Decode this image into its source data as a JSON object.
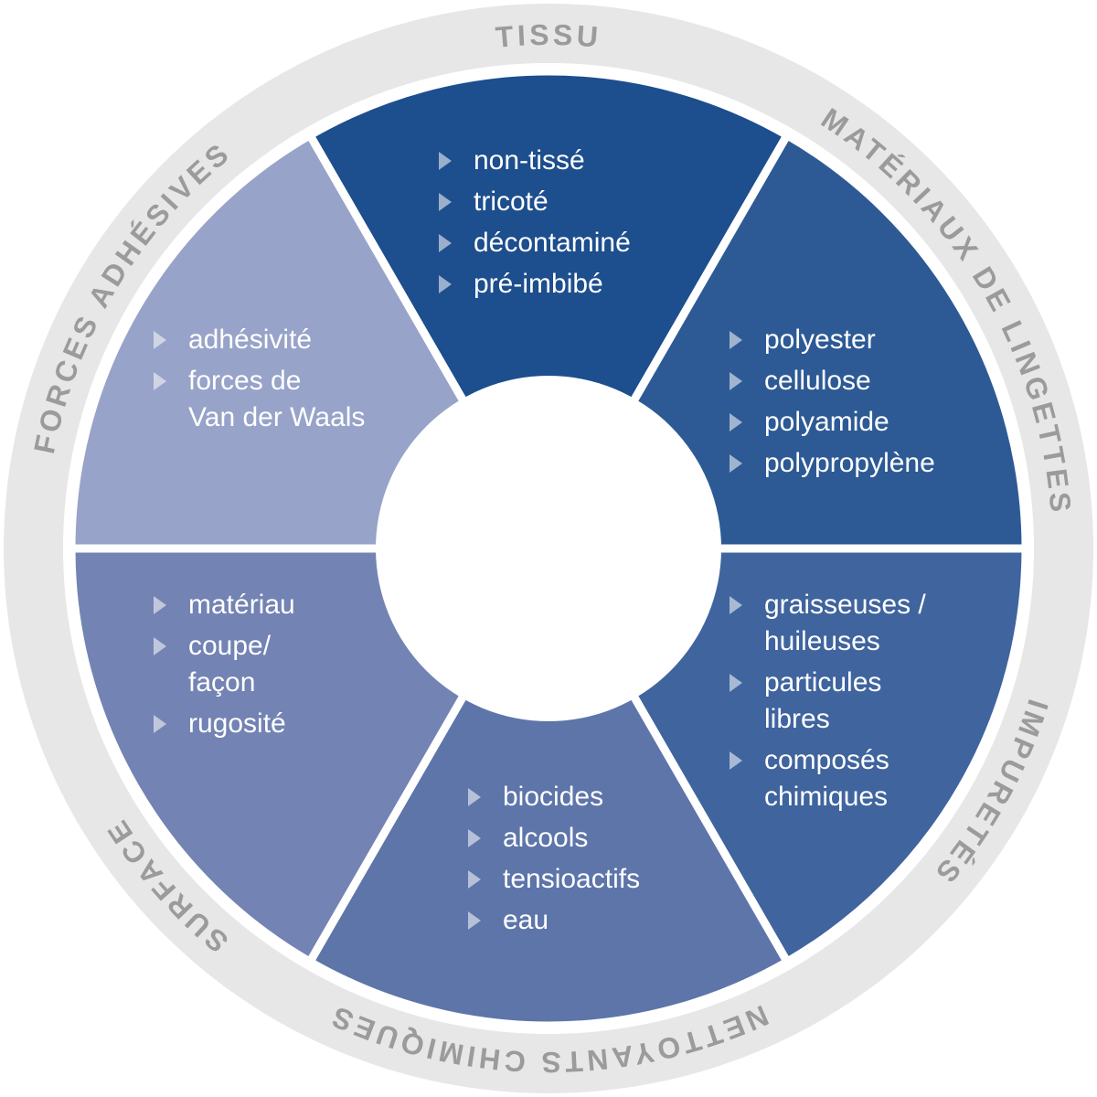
{
  "ring": {
    "labels": {
      "top": "TISSU",
      "top_right": "MATÉRIAUX DE LINGETTES",
      "bottom_right": "IMPURETÉS",
      "bottom": "NETTOYANTS CHIMIQUES",
      "bottom_left": "SURFACE",
      "top_left": "FORCES ADHÉSIVES"
    }
  },
  "colors": {
    "ring": "#e7e7e7",
    "ring_label": "#9b9b9b",
    "divider": "#ffffff",
    "center": "#ffffff",
    "item_text": "#ffffff",
    "bullet": "rgba(255,255,255,0.55)"
  },
  "sectors": {
    "tissu": {
      "label": "TISSU",
      "color": "#1d4e8d",
      "items": [
        "non-tissé",
        "tricoté",
        "décontaminé",
        "pré-imbibé"
      ]
    },
    "materiaux": {
      "label": "MATÉRIAUX DE LINGETTES",
      "color": "#2d5a95",
      "items": [
        "polyester",
        "cellulose",
        "polyamide",
        "polypropylène"
      ]
    },
    "impuretes": {
      "label": "IMPURETÉS",
      "color": "#3f649e",
      "items": [
        "graisseuses /\nhuileuses",
        "particules\nlibres",
        "composés\nchimiques"
      ]
    },
    "nettoyants": {
      "label": "NETTOYANTS CHIMIQUES",
      "color": "#5d75a9",
      "items": [
        "biocides",
        "alcools",
        "tensioactifs",
        "eau"
      ]
    },
    "surface": {
      "label": "SURFACE",
      "color": "#7383b3",
      "items": [
        "matériau",
        "coupe/\nfaçon",
        "rugosité"
      ]
    },
    "forces": {
      "label": "FORCES ADHÉSIVES",
      "color": "#97a3c8",
      "items": [
        "adhésivité",
        "forces de\nVan der Waals"
      ]
    }
  }
}
